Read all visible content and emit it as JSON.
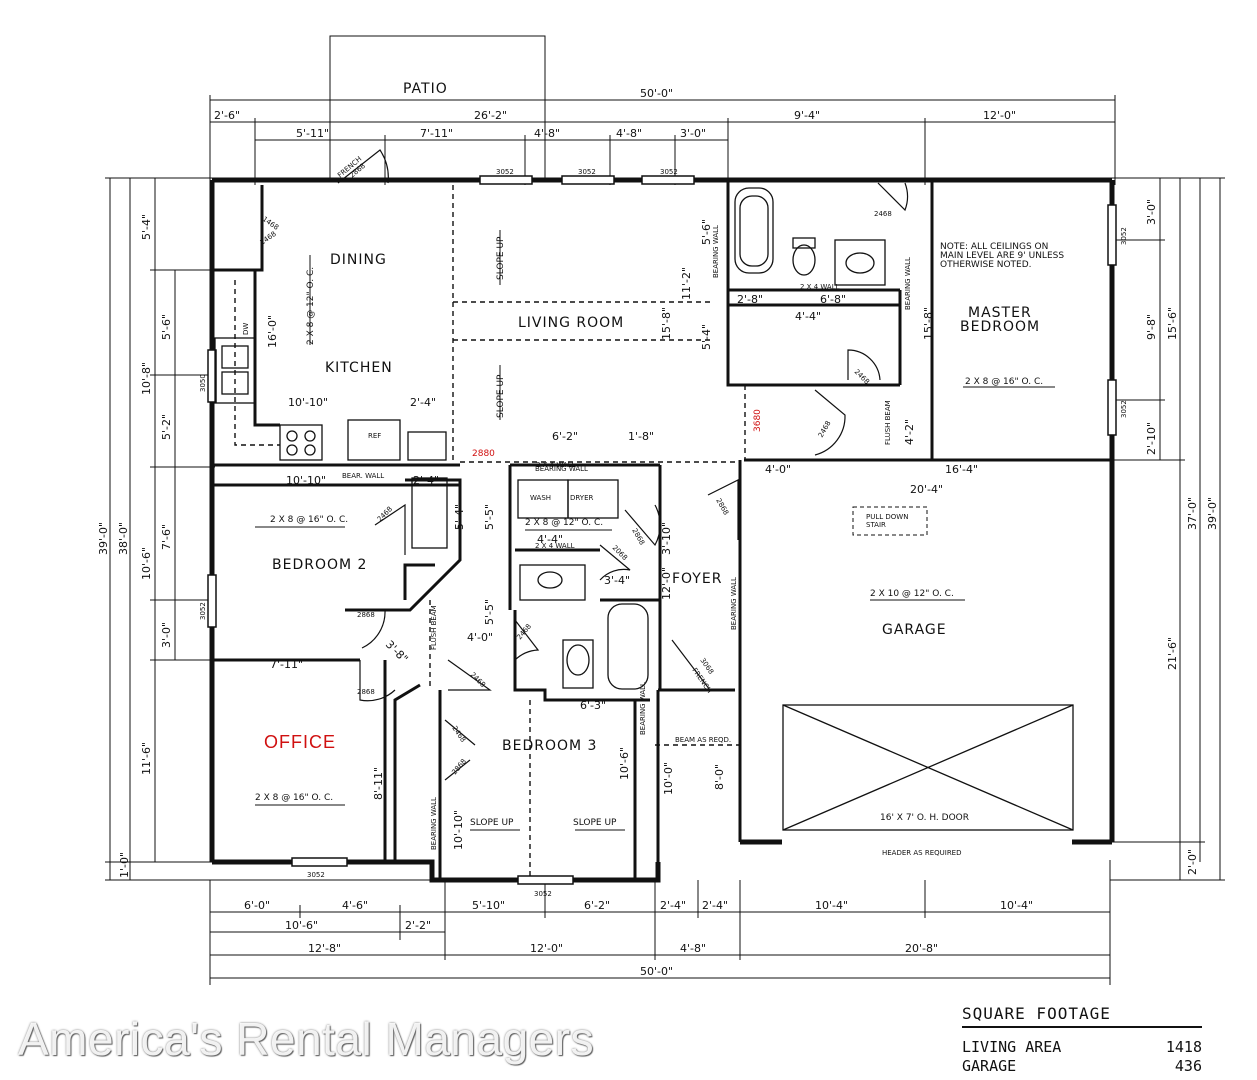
{
  "rooms": {
    "patio": "PATIO",
    "dining": "DINING",
    "kitchen": "KITCHEN",
    "living": "LIVING ROOM",
    "master_line1": "MASTER",
    "master_line2": "BEDROOM",
    "bedroom2": "BEDROOM 2",
    "bedroom3": "BEDROOM 3",
    "office": "OFFICE",
    "foyer": "FOYER",
    "garage": "GARAGE",
    "wash": "WASH",
    "dryer": "DRYER",
    "ref": "REF",
    "dw": "DW"
  },
  "notes": {
    "ceiling_1": "NOTE: ALL CEILINGS ON",
    "ceiling_2": "MAIN LEVEL ARE 9' UNLESS",
    "ceiling_3": "OTHERWISE NOTED.",
    "joist_master": "2 X 8 @ 16\" O. C.",
    "joist_dining": "2 X 8 @ 12\" O. C.",
    "joist_bed2": "2 X 8 @ 16\" O. C.",
    "joist_office": "2 X 8 @ 16\" O. C.",
    "joist_laundry": "2 X 8 @ 12\" O. C.",
    "joist_garage": "2 X 10 @ 12\" O. C.",
    "garage_door": "16' X 7' O. H. DOOR",
    "header": "HEADER AS REQUIRED",
    "beam": "BEAM AS REQD.",
    "pull_down_1": "PULL DOWN",
    "pull_down_2": "STAIR",
    "slope_up": "SLOPE UP",
    "bearing_wall": "BEARING WALL",
    "bear_wall": "BEAR. WALL",
    "flush_beam": "FLUSH BEAM",
    "two_by_four": "2 X 4 WALL",
    "french": "FRENCH",
    "n2880": "2880",
    "n3680": "3680"
  },
  "dims": {
    "top_total": "50'-0\"",
    "d2_6": "2'-6\"",
    "d26_2": "26'-2\"",
    "d9_4": "9'-4\"",
    "d12_0": "12'-0\"",
    "d5_11": "5'-11\"",
    "d7_11": "7'-11\"",
    "d4_8": "4'-8\"",
    "d3_0": "3'-0\"",
    "l5_4": "5'-4\"",
    "l5_6": "5'-6\"",
    "l10_8": "10'-8\"",
    "l5_2": "5'-2\"",
    "l7_6": "7'-6\"",
    "l10_6": "10'-6\"",
    "l11_6": "11'-6\"",
    "l1_0": "1'-0\"",
    "l39_0": "39'-0\"",
    "l38_0": "38'-0\"",
    "r3_0": "3'-0\"",
    "r9_8": "9'-8\"",
    "r15_6": "15'-6\"",
    "r2_10": "2'-10\"",
    "r21_6": "21'-6\"",
    "r37_0": "37'-0\"",
    "r39_0": "39'-0\"",
    "r2_0": "2'-0\"",
    "b6_0": "6'-0\"",
    "b4_6": "4'-6\"",
    "b5_10": "5'-10\"",
    "b6_2": "6'-2\"",
    "b2_4": "2'-4\"",
    "b10_4": "10'-4\"",
    "b10_6": "10'-6\"",
    "b2_2": "2'-2\"",
    "b12_8": "12'-8\"",
    "b12_0": "12'-0\"",
    "b4_8": "4'-8\"",
    "b20_8": "20'-8\"",
    "b50_0": "50'-0\"",
    "i16_0": "16'-0\"",
    "i10_10": "10'-10\"",
    "i2_4": "2'-4\"",
    "i6_2": "6'-2\"",
    "i1_8": "1'-8\"",
    "i4_0": "4'-0\"",
    "i16_4": "16'-4\"",
    "i20_4": "20'-4\"",
    "i2_8": "2'-8\"",
    "i6_8": "6'-8\"",
    "i4_4": "4'-4\"",
    "i15_8": "15'-8\"",
    "i11_2": "11'-2\"",
    "i5_6": "5'-6\"",
    "i5_4": "5'-4\"",
    "i7_11": "7'-11\"",
    "i3_8": "3'-8\"",
    "i4_0b": "4'-0\"",
    "i6_3": "6'-3\"",
    "i8_11": "8'-11\"",
    "i10_10b": "10'-10\"",
    "i10_6b": "10'-6\"",
    "i3_4": "3'-4\"",
    "i3_10": "3'-10\"",
    "i12_0": "12'-0\"",
    "i8_0": "8'-0\"",
    "i10_0": "10'-0\"",
    "i4_2": "4'-2\"",
    "i15_8b": "15'-8\"",
    "i5_5": "5'-5\""
  },
  "openings": {
    "w3052": "3052",
    "w3050": "3050",
    "w3052r": "3052",
    "d2868": "2868",
    "d2468": "2468",
    "d2068": "2068",
    "d3068": "3068",
    "d1468": "1468"
  },
  "footer": {
    "watermark": "America's Rental Managers",
    "sqft_title": "SQUARE FOOTAGE",
    "living_label": "LIVING AREA",
    "living_value": "1418",
    "garage_label": "GARAGE",
    "garage_value": "436"
  }
}
